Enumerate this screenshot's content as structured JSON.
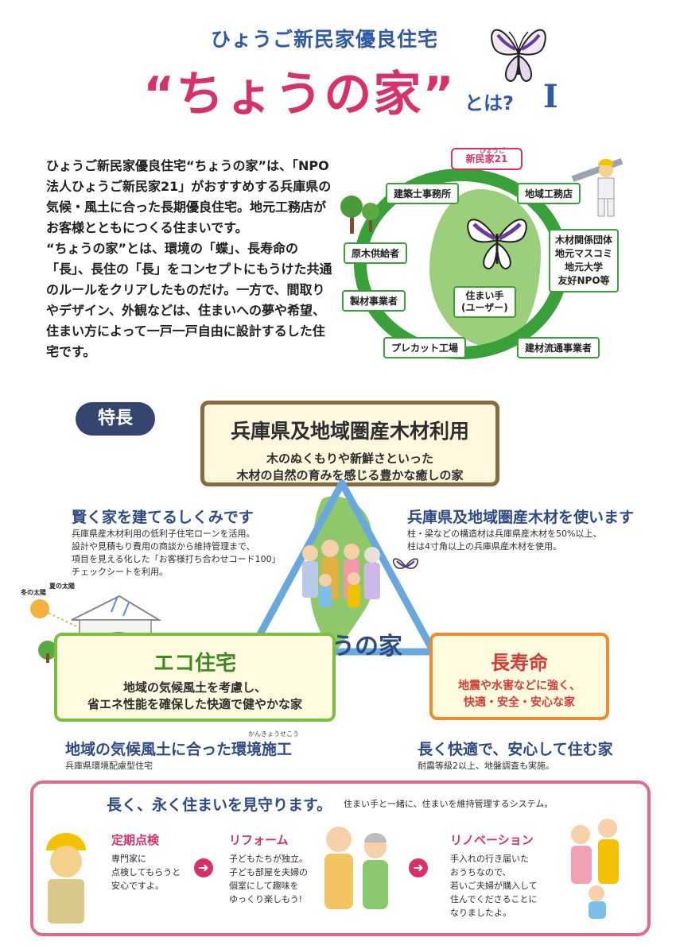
{
  "header": {
    "subtitle": "ひょうご新民家優良住宅",
    "title": "“ちょうの家”",
    "title_suffix": "とは?",
    "numeral": "I"
  },
  "intro": {
    "paragraphs": [
      "ひょうご新民家優良住宅“ちょうの家”は、「NPO法人ひょうご新民家21」がおすすめする兵庫県の気候・風土に合った長期優良住宅。地元工務店がお客様とともにつくる住まいです。",
      "“ちょうの家”とは、環境の「蝶」、長寿命の「長」、長住の「長」をコンセプトにもうけた共通のルールをクリアしたものだけ。一方で、間取りやデザイン、外観などは、住まいへの夢や希望、住まい方によって一戸一戸自由に設計するした住宅です。"
    ]
  },
  "diagram": {
    "logo": "新民家21",
    "logo_small": "ひょうご",
    "nodes": {
      "architect": "建築士事務所",
      "builder": "地域工務店",
      "timber_supplier": "原木供給者",
      "sawmill": "製材事業者",
      "precut": "プレカット工場",
      "distributor": "建材流通事業者",
      "user_line1": "住まい手",
      "user_line2": "(ユーザー)",
      "partners": [
        "木材関係団体",
        "地元マスコミ",
        "地元大学",
        "友好NPO等"
      ]
    }
  },
  "features": {
    "badge": "特長",
    "wood": {
      "heading": "兵庫県及地域圏産木材利用",
      "body_line1": "木のぬくもりや新鮮さといった",
      "body_line2": "木材の自然の育みを感じる豊かな癒しの家"
    },
    "center": "ちょうの家",
    "smart": {
      "heading": "賢く家を建てるしくみです",
      "lines": [
        "兵庫県産木材利用の低利子住宅ローンを活用。",
        "設計や見積もり費用の商談から維持管理まで、",
        "項目を見える化した「お客様打ち合わせコード100」",
        "チェックシートを利用。"
      ]
    },
    "use_wood": {
      "heading": "兵庫県及地域圏産木材を使います",
      "lines": [
        "柱・梁などの構造材は兵庫県産木材を50%以上、",
        "柱は4寸角以上の兵庫県産木材を使用。"
      ]
    },
    "eco": {
      "heading": "エコ住宅",
      "body_line1": "地域の気候風土を考慮し、",
      "body_line2": "省エネ性能を確保した快適で健やかな家"
    },
    "longevity": {
      "heading": "長寿命",
      "body_line1": "地震や水害などに強く、",
      "body_line2": "快適・安全・安心な家"
    },
    "env": {
      "heading": "地域の気候風土に合った環境施工",
      "ruby": "かんきょうせこう",
      "sub": "兵庫県環境配慮型住宅"
    },
    "comfort": {
      "heading": "長く快適で、安心して住む家",
      "sub": "耐震等級2以上、地盤調査も実施。"
    },
    "house_labels": {
      "summer_sun": "夏の太陽",
      "winter_sun": "冬の太陽"
    }
  },
  "maintenance": {
    "title": "長く、永く住まいを見守ります。",
    "subtitle": "住まい手と一緒に、住まいを維持管理するシステム。",
    "steps": [
      {
        "heading": "定期点検",
        "lines": [
          "専門家に",
          "点検してもらうと",
          "安心ですよ。"
        ]
      },
      {
        "heading": "リフォーム",
        "lines": [
          "子どもたちが独立。",
          "子ども部屋を夫婦の",
          "個室にして趣味を",
          "ゆっくり楽しもう!"
        ]
      },
      {
        "heading": "リノベーション",
        "lines": [
          "手入れの行き届いた",
          "おうちなので、",
          "若いご夫婦が購入して",
          "住んでくださることに",
          "なりましたよ。"
        ]
      }
    ],
    "arrow_glyph": "➜"
  },
  "colors": {
    "blue": "#2e5aa8",
    "pink": "#d8306a",
    "green": "#3aa03a",
    "brown": "#8a6b3f",
    "orange": "#f08a2c"
  }
}
